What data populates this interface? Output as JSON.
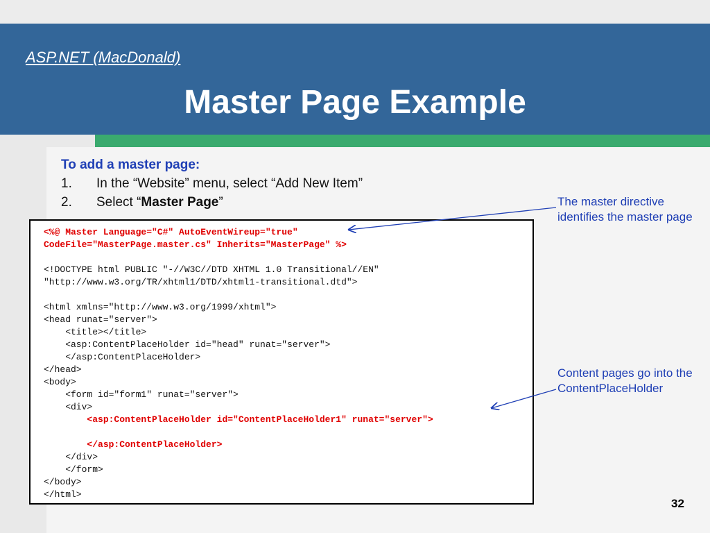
{
  "header": {
    "course_link": "ASP.NET (MacDonald)",
    "title": "Master Page Example"
  },
  "intro": {
    "heading": "To add a master page:",
    "steps": [
      {
        "num": "1.",
        "text": "In the “Website” menu, select “Add New Item”"
      },
      {
        "num": "2.",
        "prefix": "Select “",
        "bold": "Master Page",
        "suffix": "”"
      }
    ]
  },
  "code": {
    "lines": [
      {
        "text": "<%@ Master Language=\"C#\" AutoEventWireup=\"true\"",
        "highlight": true
      },
      {
        "text": "CodeFile=\"MasterPage.master.cs\" Inherits=\"MasterPage\" %>",
        "highlight": true
      },
      {
        "text": "",
        "highlight": false
      },
      {
        "text": "<!DOCTYPE html PUBLIC \"-//W3C//DTD XHTML 1.0 Transitional//EN\"",
        "highlight": false
      },
      {
        "text": "\"http://www.w3.org/TR/xhtml1/DTD/xhtml1-transitional.dtd\">",
        "highlight": false
      },
      {
        "text": "",
        "highlight": false
      },
      {
        "text": "<html xmlns=\"http://www.w3.org/1999/xhtml\">",
        "highlight": false
      },
      {
        "text": "<head runat=\"server\">",
        "highlight": false
      },
      {
        "text": "    <title></title>",
        "highlight": false
      },
      {
        "text": "    <asp:ContentPlaceHolder id=\"head\" runat=\"server\">",
        "highlight": false
      },
      {
        "text": "    </asp:ContentPlaceHolder>",
        "highlight": false
      },
      {
        "text": "</head>",
        "highlight": false
      },
      {
        "text": "<body>",
        "highlight": false
      },
      {
        "text": "    <form id=\"form1\" runat=\"server\">",
        "highlight": false
      },
      {
        "text": "    <div>",
        "highlight": false
      },
      {
        "text": "        <asp:ContentPlaceHolder id=\"ContentPlaceHolder1\" runat=\"server\">",
        "highlight": true
      },
      {
        "text": "",
        "highlight": false
      },
      {
        "text": "        </asp:ContentPlaceHolder>",
        "highlight": true
      },
      {
        "text": "    </div>",
        "highlight": false
      },
      {
        "text": "    </form>",
        "highlight": false
      },
      {
        "text": "</body>",
        "highlight": false
      },
      {
        "text": "</html>",
        "highlight": false
      }
    ]
  },
  "callouts": {
    "master_directive": "The master directive identifies the master page",
    "content_pages": "Content pages go into the ContentPlaceHolder"
  },
  "page_number": "32",
  "colors": {
    "header_bg": "#336699",
    "accent_green": "#3aaa6e",
    "heading_blue": "#1f3fb5",
    "code_highlight_red": "#e00000"
  }
}
